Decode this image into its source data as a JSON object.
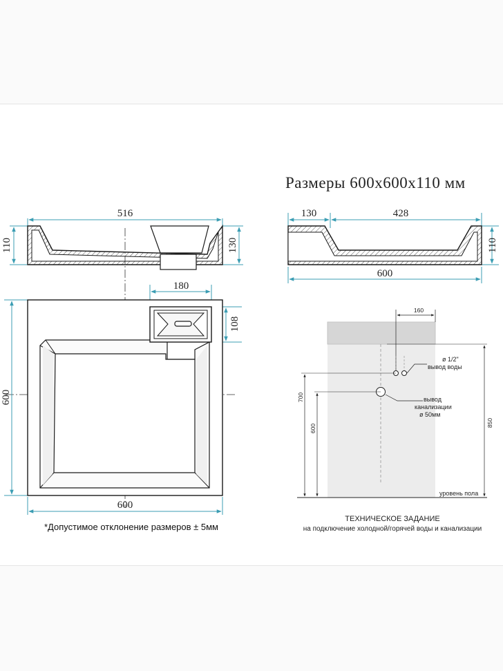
{
  "title": "Размеры 600x600x110 мм",
  "tolerance_note": "*Допустимое отклонение размеров ± 5мм",
  "side_view_left": {
    "width": "516",
    "height_left": "110",
    "height_right": "130"
  },
  "side_view_right": {
    "segment_left": "130",
    "segment_right": "428",
    "overall_width": "600",
    "height": "110"
  },
  "top_view": {
    "drain_width": "180",
    "drain_depth": "108",
    "height": "600",
    "width": "600"
  },
  "tech_spec": {
    "title": "ТЕХНИЧЕСКОЕ ЗАДАНИЕ",
    "subtitle": "на подключение холодной/горячей воды и канализации",
    "offset": "160",
    "water_outlet_size": "ø 1/2\"",
    "water_outlet_label": "вывод воды",
    "sewer_label_1": "вывод",
    "sewer_label_2": "канализации",
    "sewer_size": "ø 50мм",
    "h700": "700",
    "h600": "600",
    "h850": "850",
    "floor_level": "уровень пола"
  },
  "colors": {
    "dimension_line": "#3b9db3",
    "outline": "#1a1a1a",
    "hatch": "#555555",
    "install_zone": "#ececec"
  }
}
